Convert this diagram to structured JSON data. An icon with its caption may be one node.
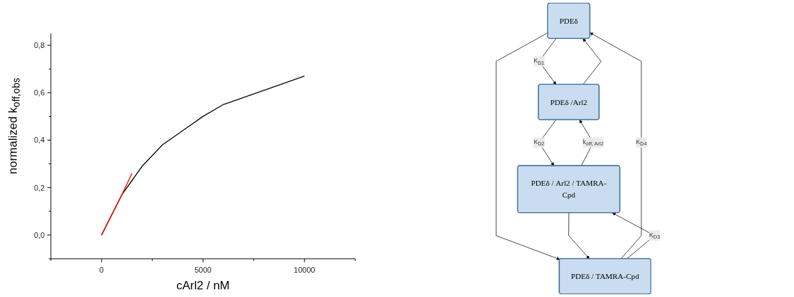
{
  "diagram": {
    "nodes": [
      {
        "text": [
          "PDEδ"
        ]
      },
      {
        "text": [
          "PDEδ /Arl2"
        ]
      },
      {
        "text": [
          "PDEδ / TAMRA-Cpd"
        ]
      },
      {
        "text": [
          "PDEδ / Arl2 / TAMRA-Cpd"
        ]
      }
    ],
    "edges": [
      {
        "from": 0,
        "to": 1,
        "arrow": "to",
        "label": "K$_{D1}$"
      },
      {
        "from": 1,
        "to": 0,
        "arrow": "to"
      },
      {
        "from": 2,
        "to": 0,
        "arrow": "to",
        "label": "K$_{D4}$"
      },
      {
        "from": 0,
        "to": 2,
        "arrow": "to"
      },
      {
        "from": 3,
        "to": 1,
        "arrow": "to",
        "label": "k$_{off, Arl2}$"
      },
      {
        "from": 1,
        "to": 3,
        "arrow": "to",
        "label": "K$_{D2}$"
      },
      {
        "from": 2,
        "to": 3,
        "arrow": "to",
        "label": "K$_{D3}$"
      },
      {
        "from": 3,
        "to": 2,
        "arrow": "to"
      }
    ],
    "chart_data": {
      "type": "line",
      "xlabel": "cArl2 / nM",
      "ylabel": "normalized k$_{off,obs}$",
      "x": [
        0,
        1000,
        1500,
        2000,
        3000,
        4000,
        5000,
        6000,
        7000,
        8000,
        9000,
        10000
      ],
      "series": [
        {
          "color": "#000000",
          "values": [
            0,
            0.17,
            0.23,
            0.29,
            0.38,
            0.44,
            0.5,
            0.55,
            0.58,
            0.61,
            0.64,
            0.67
          ]
        },
        {
          "color": "#ff0000",
          "values": [
            0,
            0.17,
            0.26,
            null,
            null,
            null,
            null,
            null,
            null,
            null,
            null,
            null
          ]
        }
      ],
      "xlim": [
        -2500,
        12500
      ],
      "ylim": [
        -0.1,
        0.85
      ],
      "xticks": [
        0,
        5000,
        10000
      ],
      "yticks": [
        {
          "value": 0,
          "label": "0,0"
        },
        {
          "value": 0.2,
          "label": "0,2"
        },
        {
          "value": 0.4,
          "label": "0,4"
        },
        {
          "value": 0.6,
          "label": "0,6"
        },
        {
          "value": 0.8,
          "label": "0,8"
        }
      ]
    }
  }
}
